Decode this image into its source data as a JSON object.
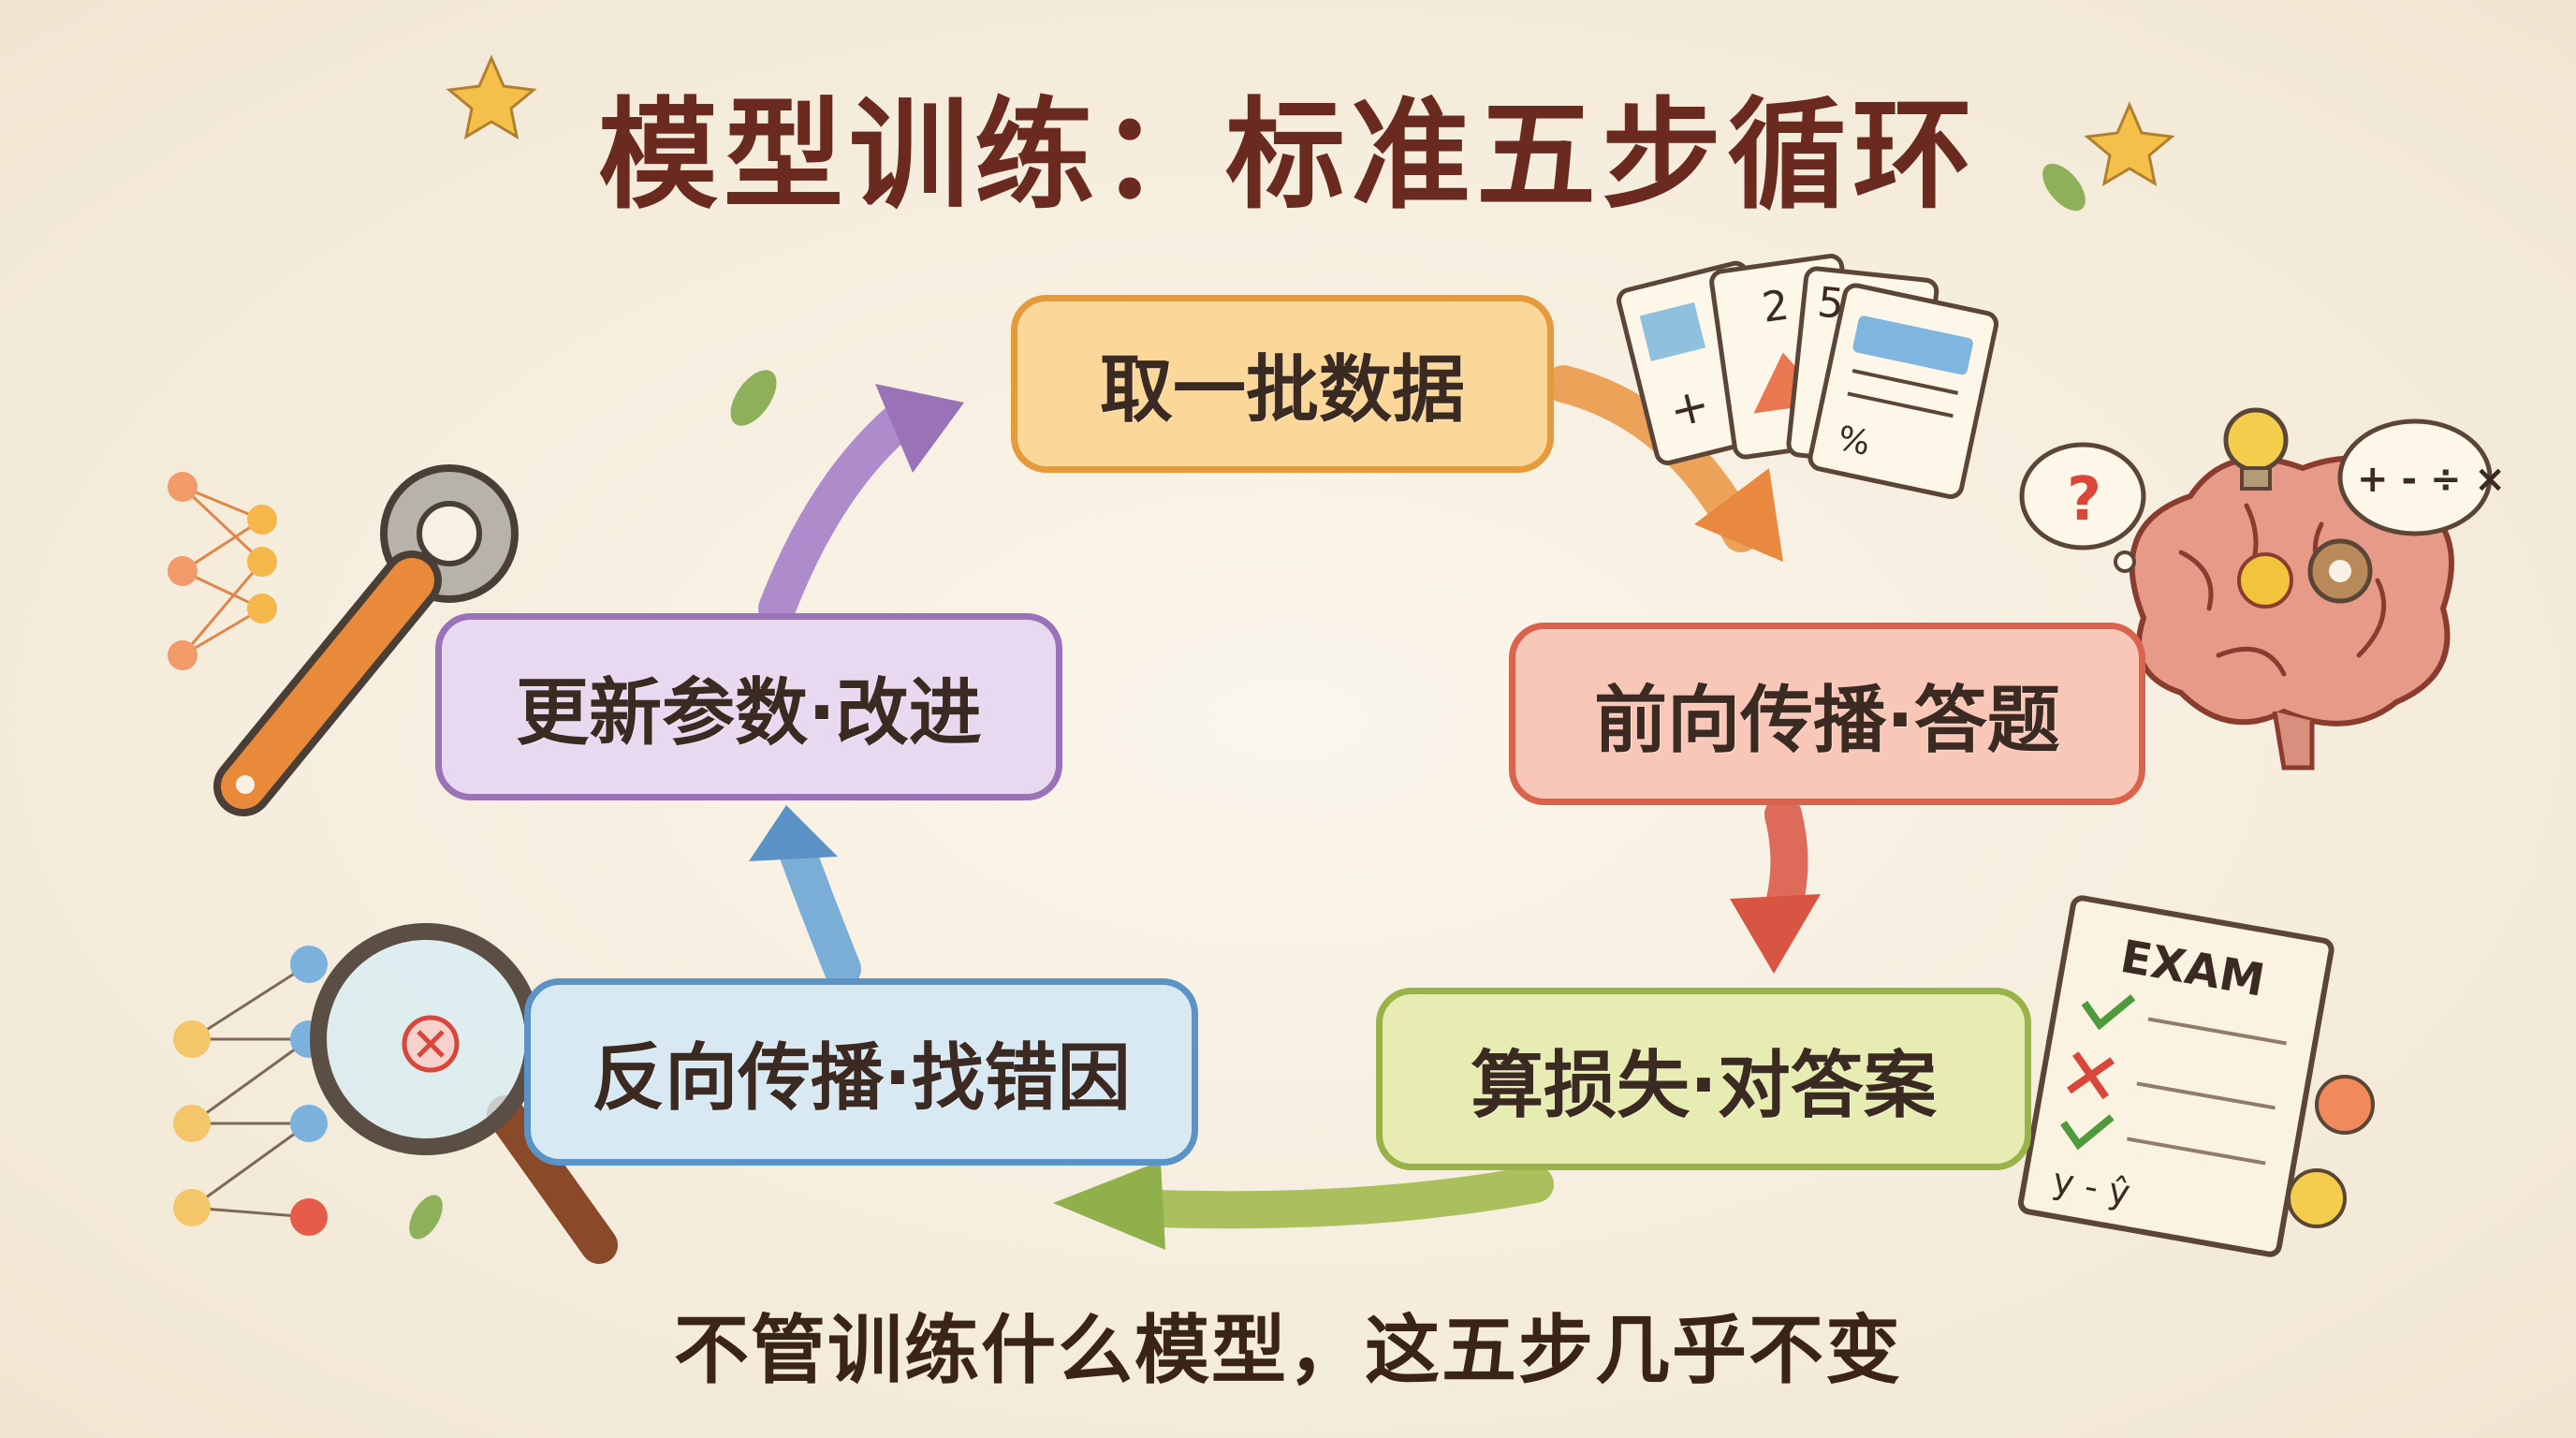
{
  "title": "模型训练：标准五步循环",
  "steps": [
    {
      "label": "取一批数据",
      "color": "#e59a3b"
    },
    {
      "label": "前向传播·答题",
      "color": "#d9634c"
    },
    {
      "label": "算损失·对答案",
      "color": "#9ab349"
    },
    {
      "label": "反向传播·找错因",
      "color": "#5b93c6"
    },
    {
      "label": "更新参数·改进",
      "color": "#9a72b8"
    }
  ],
  "exam_paper": {
    "heading": "EXAM",
    "formula": "y - ŷ"
  },
  "calc_symbols": "+ - ÷ ×",
  "cards": [
    "+",
    "2",
    "5",
    "%"
  ],
  "footer": "不管训练什么模型，这五步几乎不变"
}
